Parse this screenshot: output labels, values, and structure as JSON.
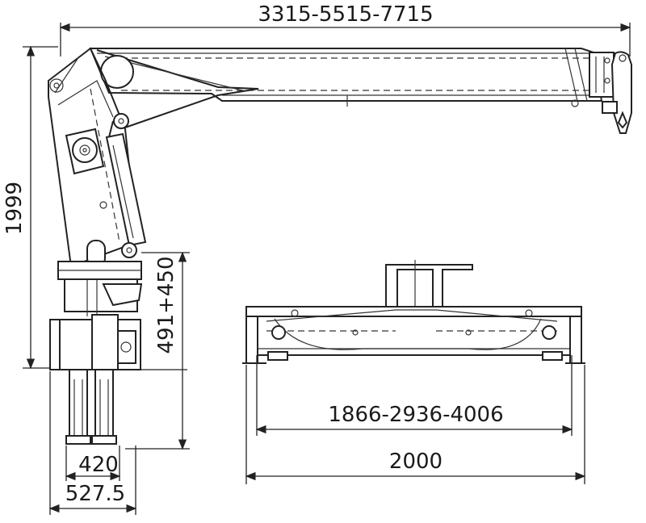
{
  "dimensions": {
    "boom_reach": "3315-5515-7715",
    "mast_height": "1999",
    "base_height": "491+450",
    "outrigger_extend": "1866-2936-4006",
    "frame_width": "2000",
    "base_width_inner": "420",
    "base_width_outer": "527.5"
  }
}
